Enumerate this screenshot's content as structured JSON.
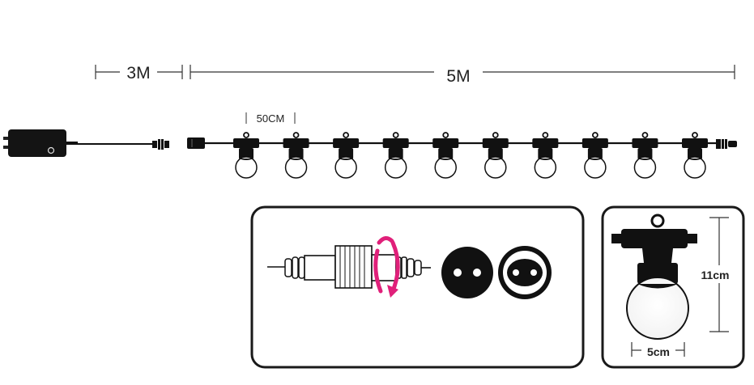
{
  "dimensions": {
    "lead_length": "3M",
    "string_length": "5M",
    "bulb_spacing": "50CM",
    "bulb_height": "11cm",
    "bulb_width": "5cm"
  },
  "bulb_count": 10,
  "colors": {
    "line": "#111111",
    "twist_arrow": "#e0207a",
    "frame": "#1a1a1a"
  },
  "icons": {
    "adapter": "power-adapter-icon",
    "connector": "waterproof-connector-icon",
    "twist": "twist-lock-arrow-icon",
    "socket_male": "two-pin-plug-face-icon",
    "socket_female": "two-pin-socket-face-icon",
    "bulb": "festoon-bulb-icon"
  }
}
